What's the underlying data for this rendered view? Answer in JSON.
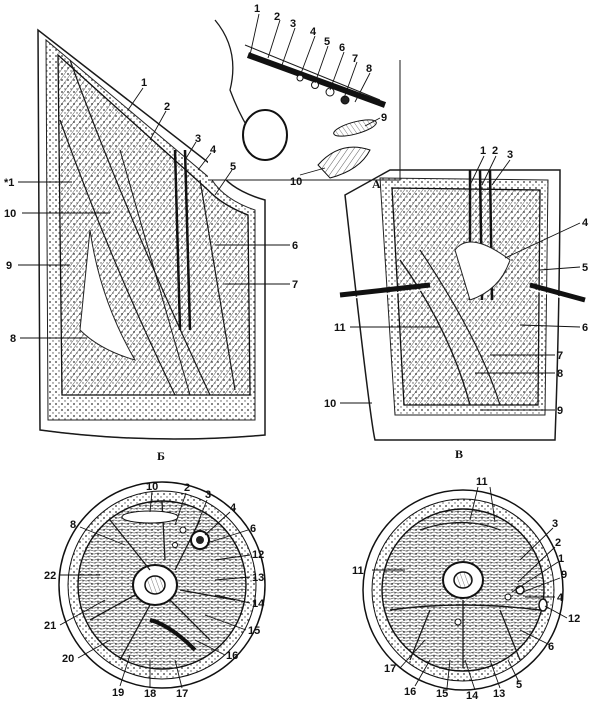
{
  "panels": {
    "A": {
      "caption": "А",
      "labels": [
        "1",
        "2",
        "3",
        "4",
        "5",
        "6",
        "7",
        "8",
        "9",
        "10"
      ]
    },
    "B": {
      "caption": "Б",
      "labels": [
        "*1",
        "1",
        "2",
        "3",
        "4",
        "5",
        "6",
        "7",
        "8",
        "9",
        "10"
      ]
    },
    "V": {
      "caption": "В",
      "labels": [
        "1",
        "2",
        "3",
        "4",
        "5",
        "6",
        "7",
        "8",
        "9",
        "10",
        "11"
      ]
    },
    "X1": {
      "labels": [
        "10",
        "2",
        "3",
        "4",
        "8",
        "6",
        "12",
        "22",
        "13",
        "14",
        "21",
        "15",
        "20",
        "16",
        "19",
        "18",
        "17"
      ]
    },
    "X2": {
      "labels": [
        "11",
        "3",
        "2",
        "1",
        "9",
        "11",
        "4",
        "12",
        "17",
        "6",
        "16",
        "15",
        "14",
        "13",
        "5"
      ]
    }
  }
}
